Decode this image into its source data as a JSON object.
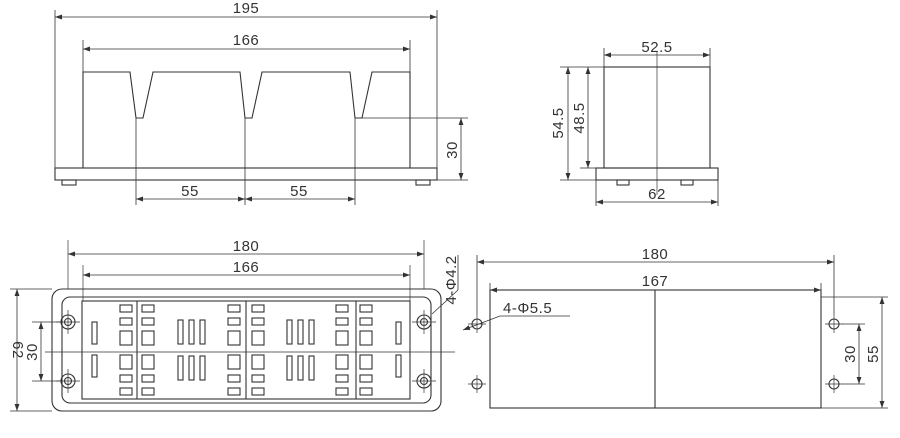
{
  "views": {
    "front": {
      "width": "195",
      "inner_width": "166",
      "pitch_left": "55",
      "pitch_right": "55",
      "height": "30"
    },
    "side": {
      "top_width": "52.5",
      "base_width": "62",
      "total_height": "54.5",
      "body_height": "48.5"
    },
    "top": {
      "width": "180",
      "inner_width": "166",
      "holes": "4-Φ4.2",
      "hole_spacing": "30",
      "depth": "62"
    },
    "mount": {
      "width": "180",
      "hole_pitch": "167",
      "holes": "4-Φ5.5",
      "hole_spacing": "30",
      "depth": "55"
    }
  },
  "colors": {
    "line": "#333333",
    "background": "#ffffff"
  }
}
